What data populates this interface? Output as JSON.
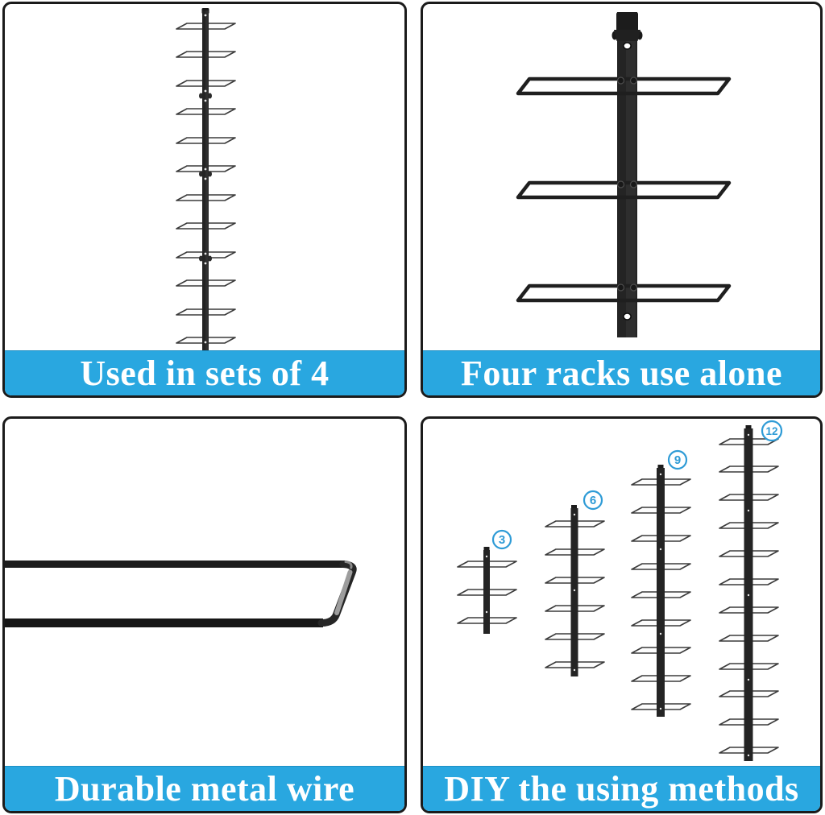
{
  "page": {
    "type": "product-feature-collage",
    "background": "#ffffff"
  },
  "colors": {
    "banner_blue": "#29a7e0",
    "panel_border": "#1b1b1b",
    "metal_black": "#242424",
    "wire_outline": "#3b3b3b",
    "badge_blue": "#2e9bd6"
  },
  "panels": [
    {
      "id": "top-left",
      "caption": "Used in sets of 4",
      "illustration": "twelve-tier-vertical-wall-rack"
    },
    {
      "id": "top-right",
      "caption": "Four racks use alone",
      "illustration": "three-tier-wall-bracket-with-hook"
    },
    {
      "id": "bottom-left",
      "caption": "Durable metal wire",
      "illustration": "metal-wire-shelf-closeup"
    },
    {
      "id": "bottom-right",
      "caption": "DIY the using methods",
      "illustration": "rack-size-options",
      "badges": [
        "3",
        "6",
        "9",
        "12"
      ]
    }
  ]
}
